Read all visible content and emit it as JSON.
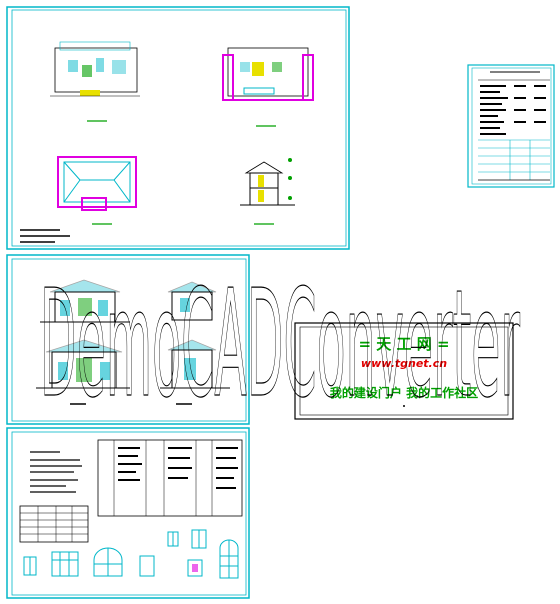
{
  "watermark": {
    "text": "DemoCADConverter",
    "color": "#000000"
  },
  "stamp": {
    "title": "= 天 工 网 =",
    "url": "www.tgnet.cn",
    "slogan": "我的建设门户 我的工作社区",
    "title_color": "#00a000",
    "url_color": "#e00000",
    "slogan_color": "#00a000"
  },
  "colors": {
    "frame": "#00b7c9",
    "accent": "#e000e0",
    "green": "#00a000"
  },
  "icons": [
    "floor-plan-icon",
    "elevation-icon",
    "window-icon",
    "door-icon"
  ]
}
